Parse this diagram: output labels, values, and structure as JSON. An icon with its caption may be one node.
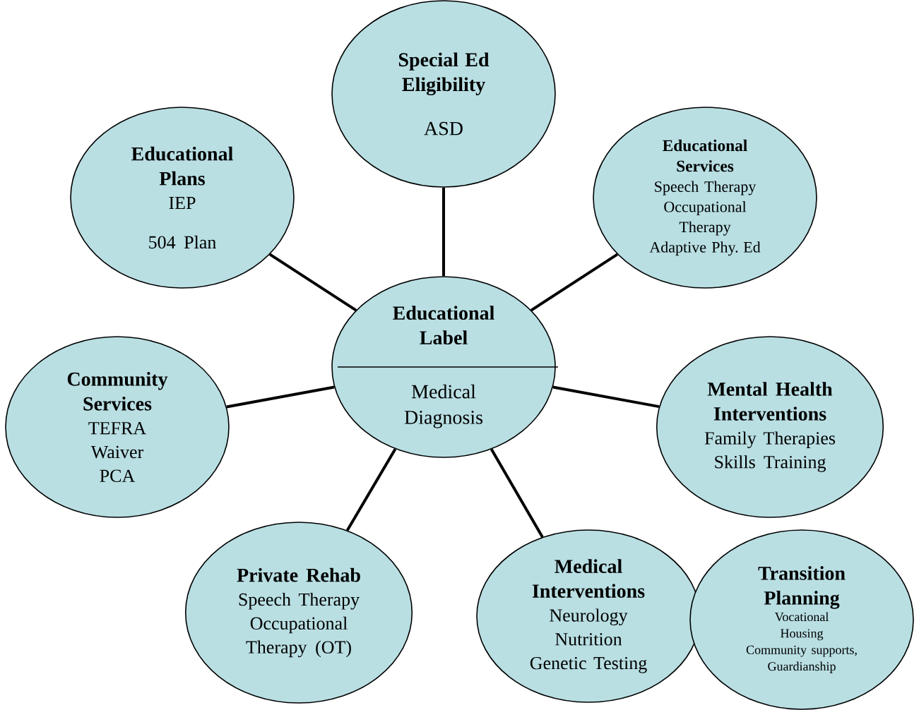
{
  "diagram": {
    "nodes": [
      {
        "text": [
          "Special Ed Eligibility",
          "ASD"
        ]
      },
      {
        "text": [
          "Educational Plans",
          "IEP",
          "504 Plan"
        ]
      },
      {
        "text": [
          "Educational Services",
          "Speech Therapy",
          "Occupational Therapy",
          "Adaptive Phy. Ed"
        ]
      },
      {
        "text": [
          "Educational Label",
          "Medical Diagnosis"
        ]
      },
      {
        "text": [
          "Community Services",
          "TEFRA",
          "Waiver",
          "PCA"
        ]
      },
      {
        "text": [
          "Mental Health Interventions",
          "Family Therapies",
          "Skills Training"
        ]
      },
      {
        "text": [
          "Private Rehab",
          "Speech Therapy",
          "Occupational Therapy (OT)"
        ]
      },
      {
        "text": [
          "Medical Interventions",
          "Neurology",
          "Nutrition",
          "Genetic Testing"
        ]
      },
      {
        "text": [
          "Transition Planning",
          "Vocational",
          "Housing",
          "Community supports, Guardianship"
        ]
      }
    ],
    "edges": [
      {
        "from": 3,
        "to": 0,
        "arrow": "none"
      },
      {
        "from": 3,
        "to": 1,
        "arrow": "none"
      },
      {
        "from": 3,
        "to": 2,
        "arrow": "none"
      },
      {
        "from": 3,
        "to": 4,
        "arrow": "none"
      },
      {
        "from": 3,
        "to": 5,
        "arrow": "none"
      },
      {
        "from": 3,
        "to": 6,
        "arrow": "none"
      },
      {
        "from": 3,
        "to": 7,
        "arrow": "none"
      }
    ]
  }
}
